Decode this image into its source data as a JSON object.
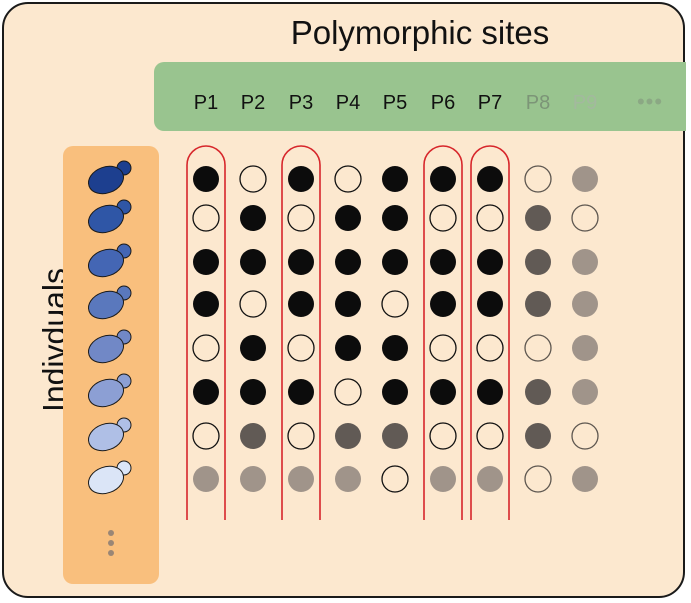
{
  "title": "Polymorphic sites",
  "individuals_label": "Indivduals",
  "ellipsis": "•••",
  "sites": [
    {
      "label": "P1",
      "color": "#111111",
      "highlighted": true
    },
    {
      "label": "P2",
      "color": "#111111",
      "highlighted": false
    },
    {
      "label": "P3",
      "color": "#111111",
      "highlighted": true
    },
    {
      "label": "P4",
      "color": "#111111",
      "highlighted": false
    },
    {
      "label": "P5",
      "color": "#111111",
      "highlighted": false
    },
    {
      "label": "P6",
      "color": "#111111",
      "highlighted": true
    },
    {
      "label": "P7",
      "color": "#111111",
      "highlighted": true
    },
    {
      "label": "P8",
      "color": "#7c9577",
      "highlighted": false
    },
    {
      "label": "P9",
      "color": "#a3b99e",
      "highlighted": false
    }
  ],
  "individual_colors": [
    "#1d3f8f",
    "#2f56a6",
    "#4466b4",
    "#5a78bd",
    "#7188c6",
    "#8c9fd4",
    "#afbfe6",
    "#dbe5f7"
  ],
  "state_colors": {
    "F": "#0c0c0c",
    "D": "#615a55",
    "G": "#a0948a",
    "O": "none"
  },
  "genotypes": [
    [
      "F",
      "O",
      "F",
      "O",
      "F",
      "F",
      "F",
      "O",
      "G"
    ],
    [
      "O",
      "F",
      "O",
      "F",
      "F",
      "O",
      "O",
      "D",
      "O"
    ],
    [
      "F",
      "F",
      "F",
      "F",
      "F",
      "F",
      "F",
      "D",
      "G"
    ],
    [
      "F",
      "O",
      "F",
      "F",
      "O",
      "F",
      "F",
      "D",
      "G"
    ],
    [
      "O",
      "F",
      "O",
      "F",
      "F",
      "O",
      "O",
      "O",
      "G"
    ],
    [
      "F",
      "F",
      "F",
      "O",
      "F",
      "F",
      "F",
      "D",
      "G"
    ],
    [
      "O",
      "D",
      "O",
      "D",
      "D",
      "O",
      "O",
      "D",
      "O"
    ],
    [
      "G",
      "G",
      "G",
      "G",
      "O",
      "G",
      "G",
      "O",
      "G"
    ]
  ],
  "highlight_color": "#d7262b"
}
